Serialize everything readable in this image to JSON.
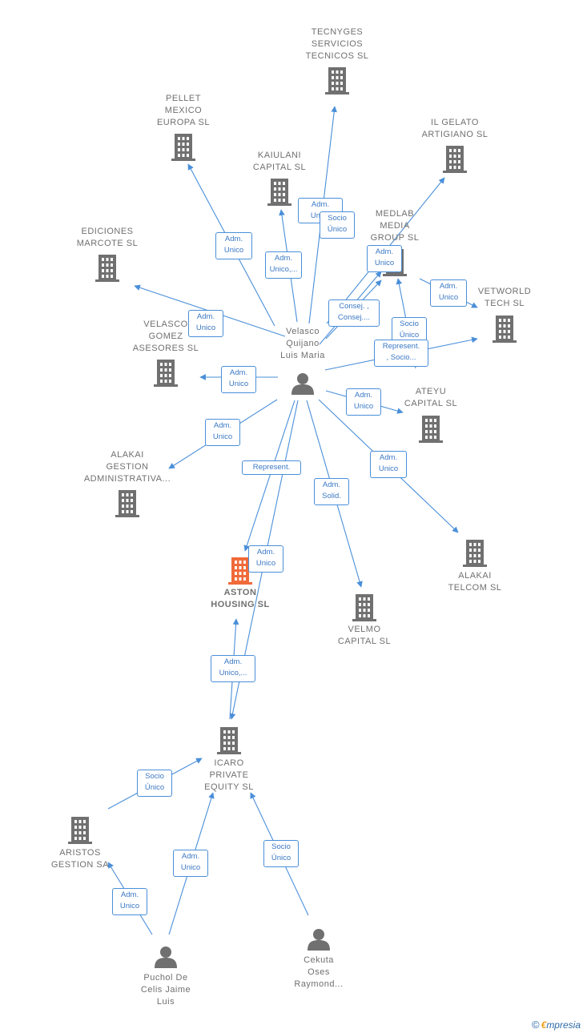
{
  "colors": {
    "edge": "#4a8fd9",
    "building": "#707070",
    "highlight_building": "#f06a3a",
    "person": "#707070"
  },
  "nodes": [
    {
      "id": "tecnyges",
      "type": "company",
      "icon": "building-icon",
      "label": "TECNYGES\nSERVICIOS\nTECNICOS  SL"
    },
    {
      "id": "pellet",
      "type": "company",
      "icon": "building-icon",
      "label": "PELLET\nMEXICO\nEUROPA  SL"
    },
    {
      "id": "ilgelato",
      "type": "company",
      "icon": "building-icon",
      "label": "IL GELATO\nARTIGIANO SL"
    },
    {
      "id": "kaiulani",
      "type": "company",
      "icon": "building-icon",
      "label": "KAIULANI\nCAPITAL  SL"
    },
    {
      "id": "medlab",
      "type": "company",
      "icon": "building-icon",
      "label": "MEDLAB\nMEDIA\nGROUP  SL"
    },
    {
      "id": "ediciones",
      "type": "company",
      "icon": "building-icon",
      "label": "EDICIONES\nMARCOTE  SL"
    },
    {
      "id": "vetworld",
      "type": "company",
      "icon": "building-icon",
      "label": "VETWORLD\nTECH  SL"
    },
    {
      "id": "velascogomez",
      "type": "company",
      "icon": "building-icon",
      "label": "VELASCO\nGOMEZ\nASESORES  SL"
    },
    {
      "id": "velasco",
      "type": "person",
      "icon": "person-icon",
      "label": "Velasco\nQuijano\nLuis Maria"
    },
    {
      "id": "ateyu",
      "type": "company",
      "icon": "building-icon",
      "label": "ATEYU\nCAPITAL  SL"
    },
    {
      "id": "alakaigestion",
      "type": "company",
      "icon": "building-icon",
      "label": "ALAKAI\nGESTION\nADMINISTRATIVA..."
    },
    {
      "id": "alakaitelcom",
      "type": "company",
      "icon": "building-icon",
      "label": "ALAKAI\nTELCOM  SL"
    },
    {
      "id": "aston",
      "type": "company",
      "icon": "building-icon",
      "highlight": true,
      "label": "ASTON\nHOUSING  SL"
    },
    {
      "id": "velmo",
      "type": "company",
      "icon": "building-icon",
      "label": "VELMO\nCAPITAL  SL"
    },
    {
      "id": "icaro",
      "type": "company",
      "icon": "building-icon",
      "label": "ICARO\nPRIVATE\nEQUITY  SL"
    },
    {
      "id": "aristos",
      "type": "company",
      "icon": "building-icon",
      "label": "ARISTOS\nGESTION SA"
    },
    {
      "id": "puchol",
      "type": "person",
      "icon": "person-icon",
      "label": "Puchol De\nCelis Jaime\nLuis"
    },
    {
      "id": "cekuta",
      "type": "person",
      "icon": "person-icon",
      "label": "Cekuta\nOses\nRaymond..."
    }
  ],
  "edge_labels": [
    "Adm.\nUnico",
    "Socio\nÚnico",
    "Adm.\nUnico",
    "Adm.\nUnico,...",
    "Adm.\nUnico",
    "Adm.\nUnico",
    "Consej. ,\nConsej....",
    "Socio\nÚnico",
    "Adm.\nUnico",
    "Represent.\n, Socio...",
    "Adm.\nUnico",
    "Adm.\nUnico",
    "Adm.\nUnico",
    "Adm.\nUnico",
    "Represent.",
    "Adm.\nSolid.",
    "Adm.\nUnico",
    "Adm.\nUnico,...",
    "Socio\nÚnico",
    "Adm.\nUnico",
    "Socio\nÚnico",
    "Adm.\nUnico"
  ],
  "footer": {
    "copyright": "©",
    "brand_initial": "€",
    "brand_rest": "mpresia"
  }
}
